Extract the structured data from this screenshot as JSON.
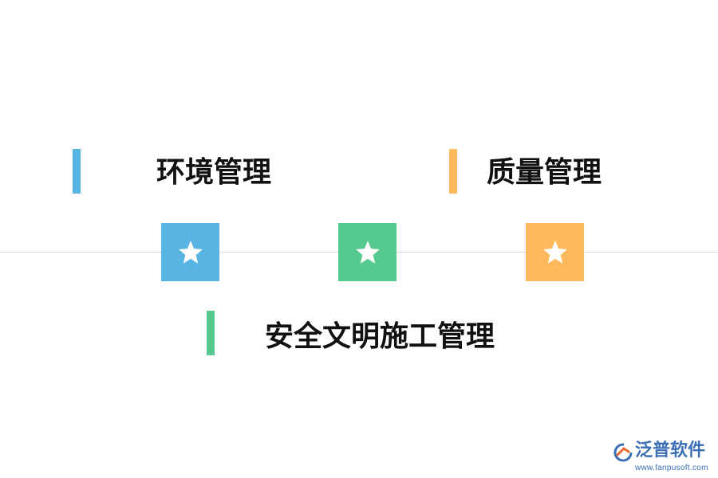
{
  "items": [
    {
      "label": "环境管理",
      "color": "#58b4e3"
    },
    {
      "label": "质量管理",
      "color": "#fdb95a"
    },
    {
      "label": "安全文明施工管理",
      "color": "#56c990"
    }
  ],
  "stars": [
    {
      "icon": "star-icon",
      "color": "#58b4e3"
    },
    {
      "icon": "star-icon",
      "color": "#56c990"
    },
    {
      "icon": "star-icon",
      "color": "#fdb95a"
    }
  ],
  "brand": {
    "name": "泛普软件",
    "url": "www.fanpusoft.com",
    "primary_color": "#3b6fb5",
    "accent_color": "#e8692f"
  }
}
